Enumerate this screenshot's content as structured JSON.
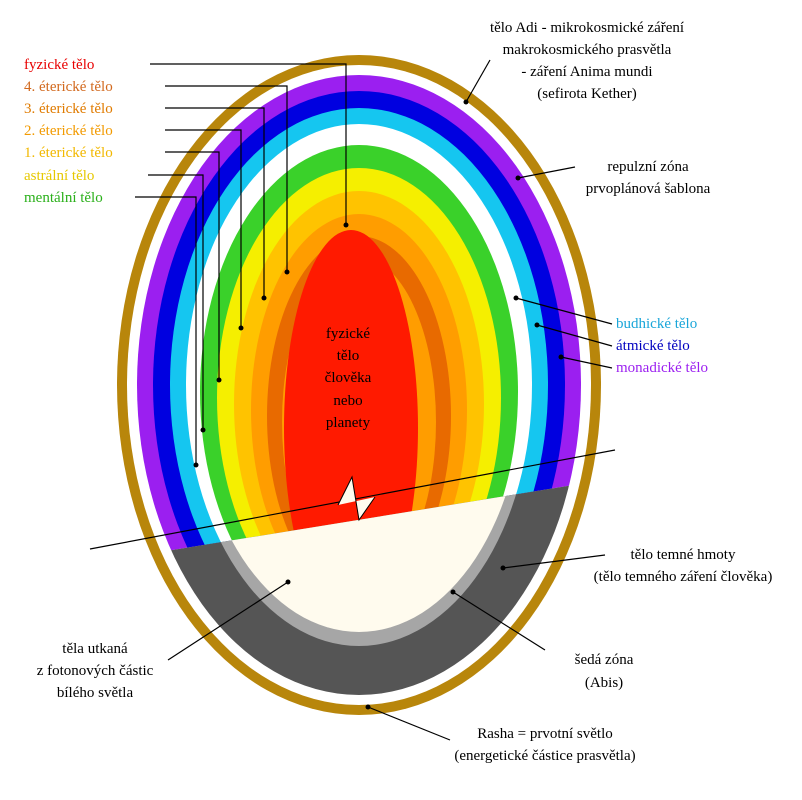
{
  "colors": {
    "background": "#ffffff",
    "outer_ring": "#b8860b",
    "purple": "#9b1ff0",
    "blue": "#0000e0",
    "cyan": "#15c6f0",
    "green": "#3ad12a",
    "yellow": "#f5ef00",
    "light_orange": "#ffc300",
    "orange": "#ff9d00",
    "dark_orange": "#e86a00",
    "core_red": "#ff1a00",
    "dark_band": "#555555",
    "grey_band": "#a6a6a6",
    "cream": "#fffbee"
  },
  "labels_left": [
    {
      "text": "fyzické tělo",
      "color": "#e80000"
    },
    {
      "text": "4. éterické tělo",
      "color": "#d2691e"
    },
    {
      "text": "3. éterické tělo",
      "color": "#e07b00"
    },
    {
      "text": "2. éterické tělo",
      "color": "#f29a00"
    },
    {
      "text": "1. éterické tělo",
      "color": "#f2b800"
    },
    {
      "text": "astrální tělo",
      "color": "#e6c800"
    },
    {
      "text": "mentální tělo",
      "color": "#2ab01a"
    }
  ],
  "top_label": {
    "lines": [
      "tělo Adi - mikrokosmické záření",
      "makrokosmického prasvětla",
      "- záření Anima mundi",
      "(sefirota Kether)"
    ]
  },
  "repulsion": {
    "lines": [
      "repulzní zóna",
      "prvoplánová šablona"
    ]
  },
  "labels_right": [
    {
      "text": "budhické tělo",
      "color": "#1aa6d9"
    },
    {
      "text": "átmické tělo",
      "color": "#0000c0"
    },
    {
      "text": "monadické tělo",
      "color": "#9b1ff0"
    }
  ],
  "center": {
    "lines": [
      "fyzické",
      "tělo",
      "člověka",
      "nebo",
      "planety"
    ]
  },
  "dark_matter": {
    "lines": [
      "tělo temné hmoty",
      "(tělo temného záření člověka)"
    ]
  },
  "photon": {
    "lines": [
      "těla utkaná",
      "z fotonových částic",
      "bílého světla"
    ]
  },
  "grey_zone": {
    "lines": [
      "šedá zóna",
      "(Abis)"
    ]
  },
  "rasha": {
    "lines": [
      "Rasha =  prvotní světlo",
      "(energetické částice prasvětla)"
    ]
  }
}
